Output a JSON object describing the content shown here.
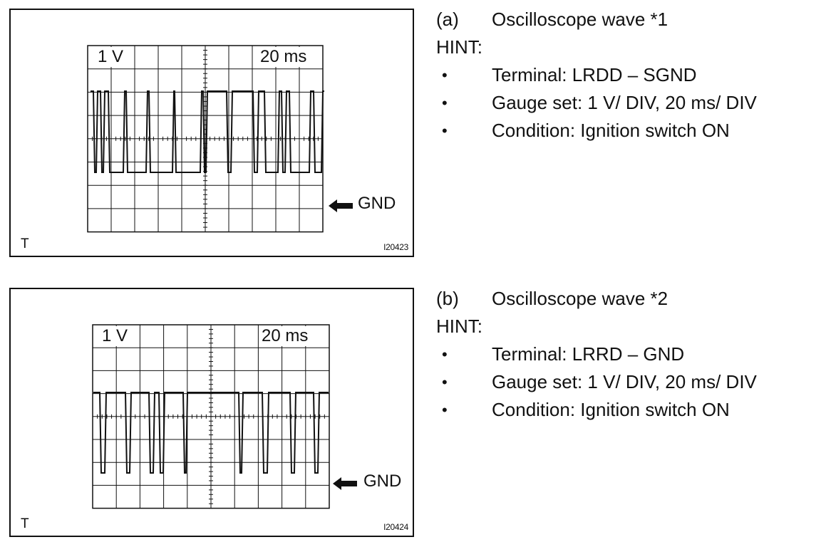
{
  "figure_a": {
    "scale_v": "1 V",
    "scale_t": "20 ms",
    "gnd_label": "GND",
    "corner_mark": "T",
    "figure_id": "I20423",
    "caption_letter": "(a)",
    "caption_title": "Oscilloscope wave *1",
    "hint_label": "HINT:",
    "bullets": [
      "Terminal: LRDD – SGND",
      "Gauge set: 1 V/ DIV, 20 ms/ DIV",
      "Condition: Ignition switch ON"
    ]
  },
  "figure_b": {
    "scale_v": "1 V",
    "scale_t": "20 ms",
    "gnd_label": "GND",
    "corner_mark": "T",
    "figure_id": "I20424",
    "caption_letter": "(b)",
    "caption_title": "Oscilloscope wave *2",
    "hint_label": "HINT:",
    "bullets": [
      "Terminal: LRRD – GND",
      "Gauge set: 1 V/ DIV, 20 ms/ DIV",
      "Condition: Ignition switch ON"
    ]
  },
  "colors": {
    "ink": "#111111",
    "paper": "#ffffff"
  }
}
